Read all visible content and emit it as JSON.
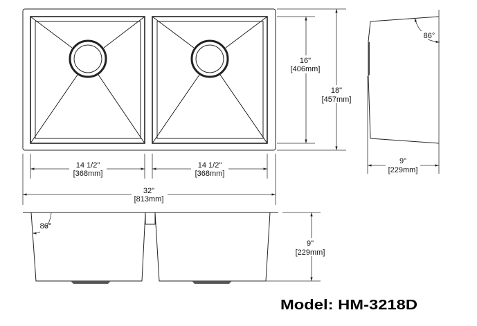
{
  "top_view": {
    "basin_width_left": {
      "imperial": "14 1/2\"",
      "metric": "[368mm]"
    },
    "basin_width_right": {
      "imperial": "14 1/2\"",
      "metric": "[368mm]"
    },
    "overall_width": {
      "imperial": "32\"",
      "metric": "[813mm]"
    },
    "basin_length": {
      "imperial": "16\"",
      "metric": "[406mm]"
    },
    "overall_length": {
      "imperial": "18\"",
      "metric": "[457mm]"
    }
  },
  "side_view": {
    "angle": "86°",
    "depth": {
      "imperial": "9\"",
      "metric": "[229mm]"
    }
  },
  "front_view": {
    "angle": "86°",
    "depth": {
      "imperial": "9\"",
      "metric": "[229mm]"
    }
  },
  "model": "Model: HM-3218D"
}
